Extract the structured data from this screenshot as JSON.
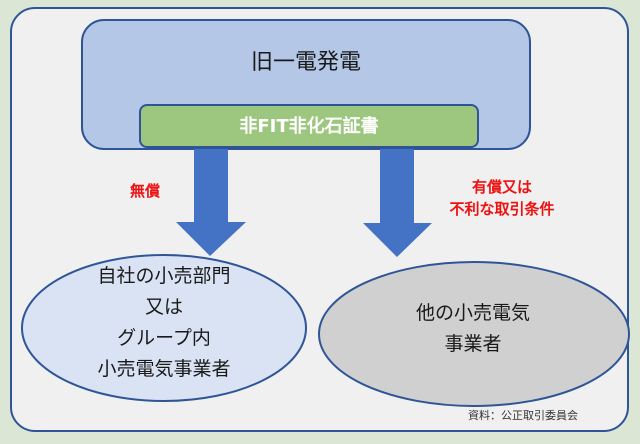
{
  "diagram": {
    "top_box": {
      "label": "旧一電発電"
    },
    "certificate_bar": {
      "label": "非FIT非化石証書"
    },
    "arrows": [
      {
        "label": "無償",
        "target": "left"
      },
      {
        "label_lines": [
          "有償又は",
          "不利な取引条件"
        ],
        "target": "right"
      }
    ],
    "left_node": {
      "lines": [
        "自社の小売部門",
        "又は",
        "グループ内",
        "小売電気事業者"
      ]
    },
    "right_node": {
      "lines": [
        "他の小売電気",
        "事業者"
      ]
    },
    "source": "資料：公正取引委員会"
  },
  "colors": {
    "background": "#dbe6d5",
    "panel": "#f0f0f0",
    "border": "#2f5597",
    "top_box_fill": "#b4c7e7",
    "certificate_fill": "#9dc77f",
    "arrow_fill": "#4472c4",
    "left_node_fill": "#dae3f3",
    "right_node_fill": "#d0d0d0",
    "emphasis_text": "#ee1111"
  }
}
